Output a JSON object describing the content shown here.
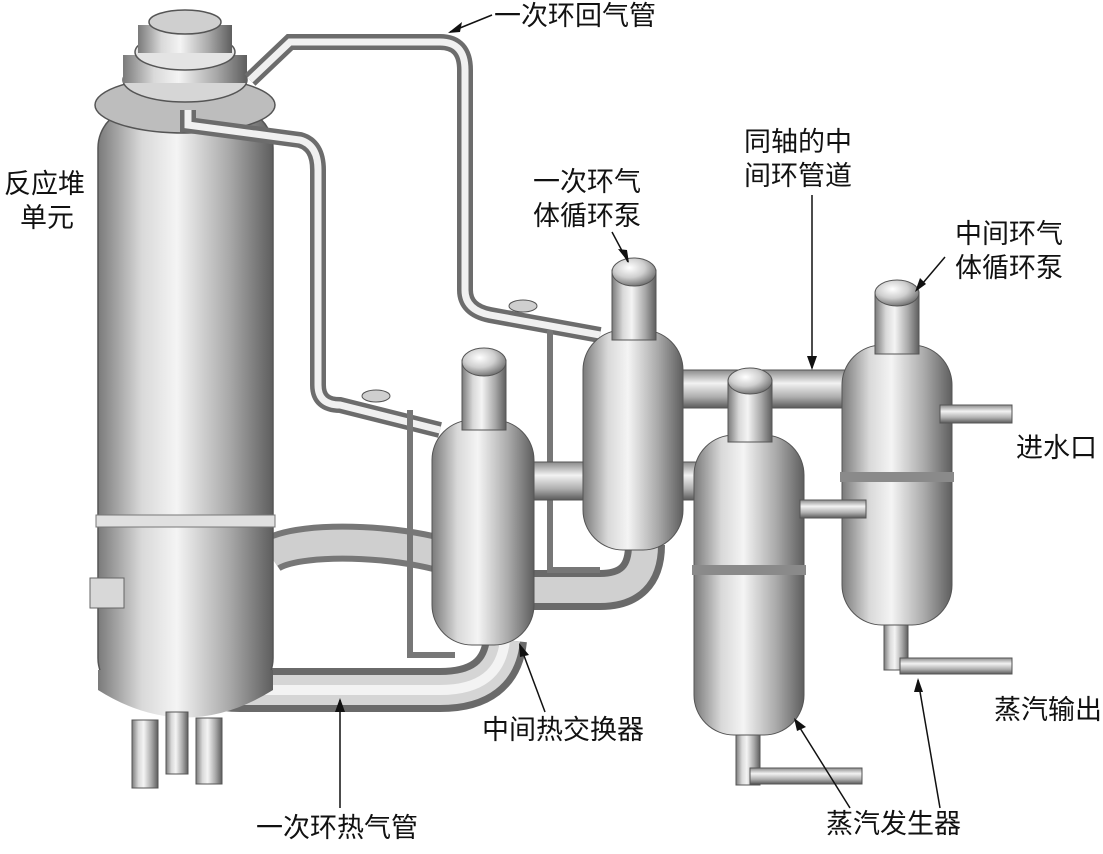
{
  "labels": {
    "primary_return_pipe": "一次环回气管",
    "reactor_unit": [
      "反应堆",
      "单元"
    ],
    "primary_circulator": [
      "一次环气",
      "体循环泵"
    ],
    "coaxial_pipe": [
      "同轴的中",
      "间环管道"
    ],
    "intermediate_circulator": [
      "中间环气",
      "体循环泵"
    ],
    "water_inlet": "进水口",
    "steam_outlet": "蒸汽输出",
    "ihx": "中间热交换器",
    "steam_generator": "蒸汽发生器",
    "primary_hot_pipe": "一次环热气管"
  },
  "colors": {
    "metal_dark": "#6f6f6f",
    "metal_mid": "#b8b8b8",
    "metal_light": "#f2f2f2",
    "ink": "#111111"
  }
}
